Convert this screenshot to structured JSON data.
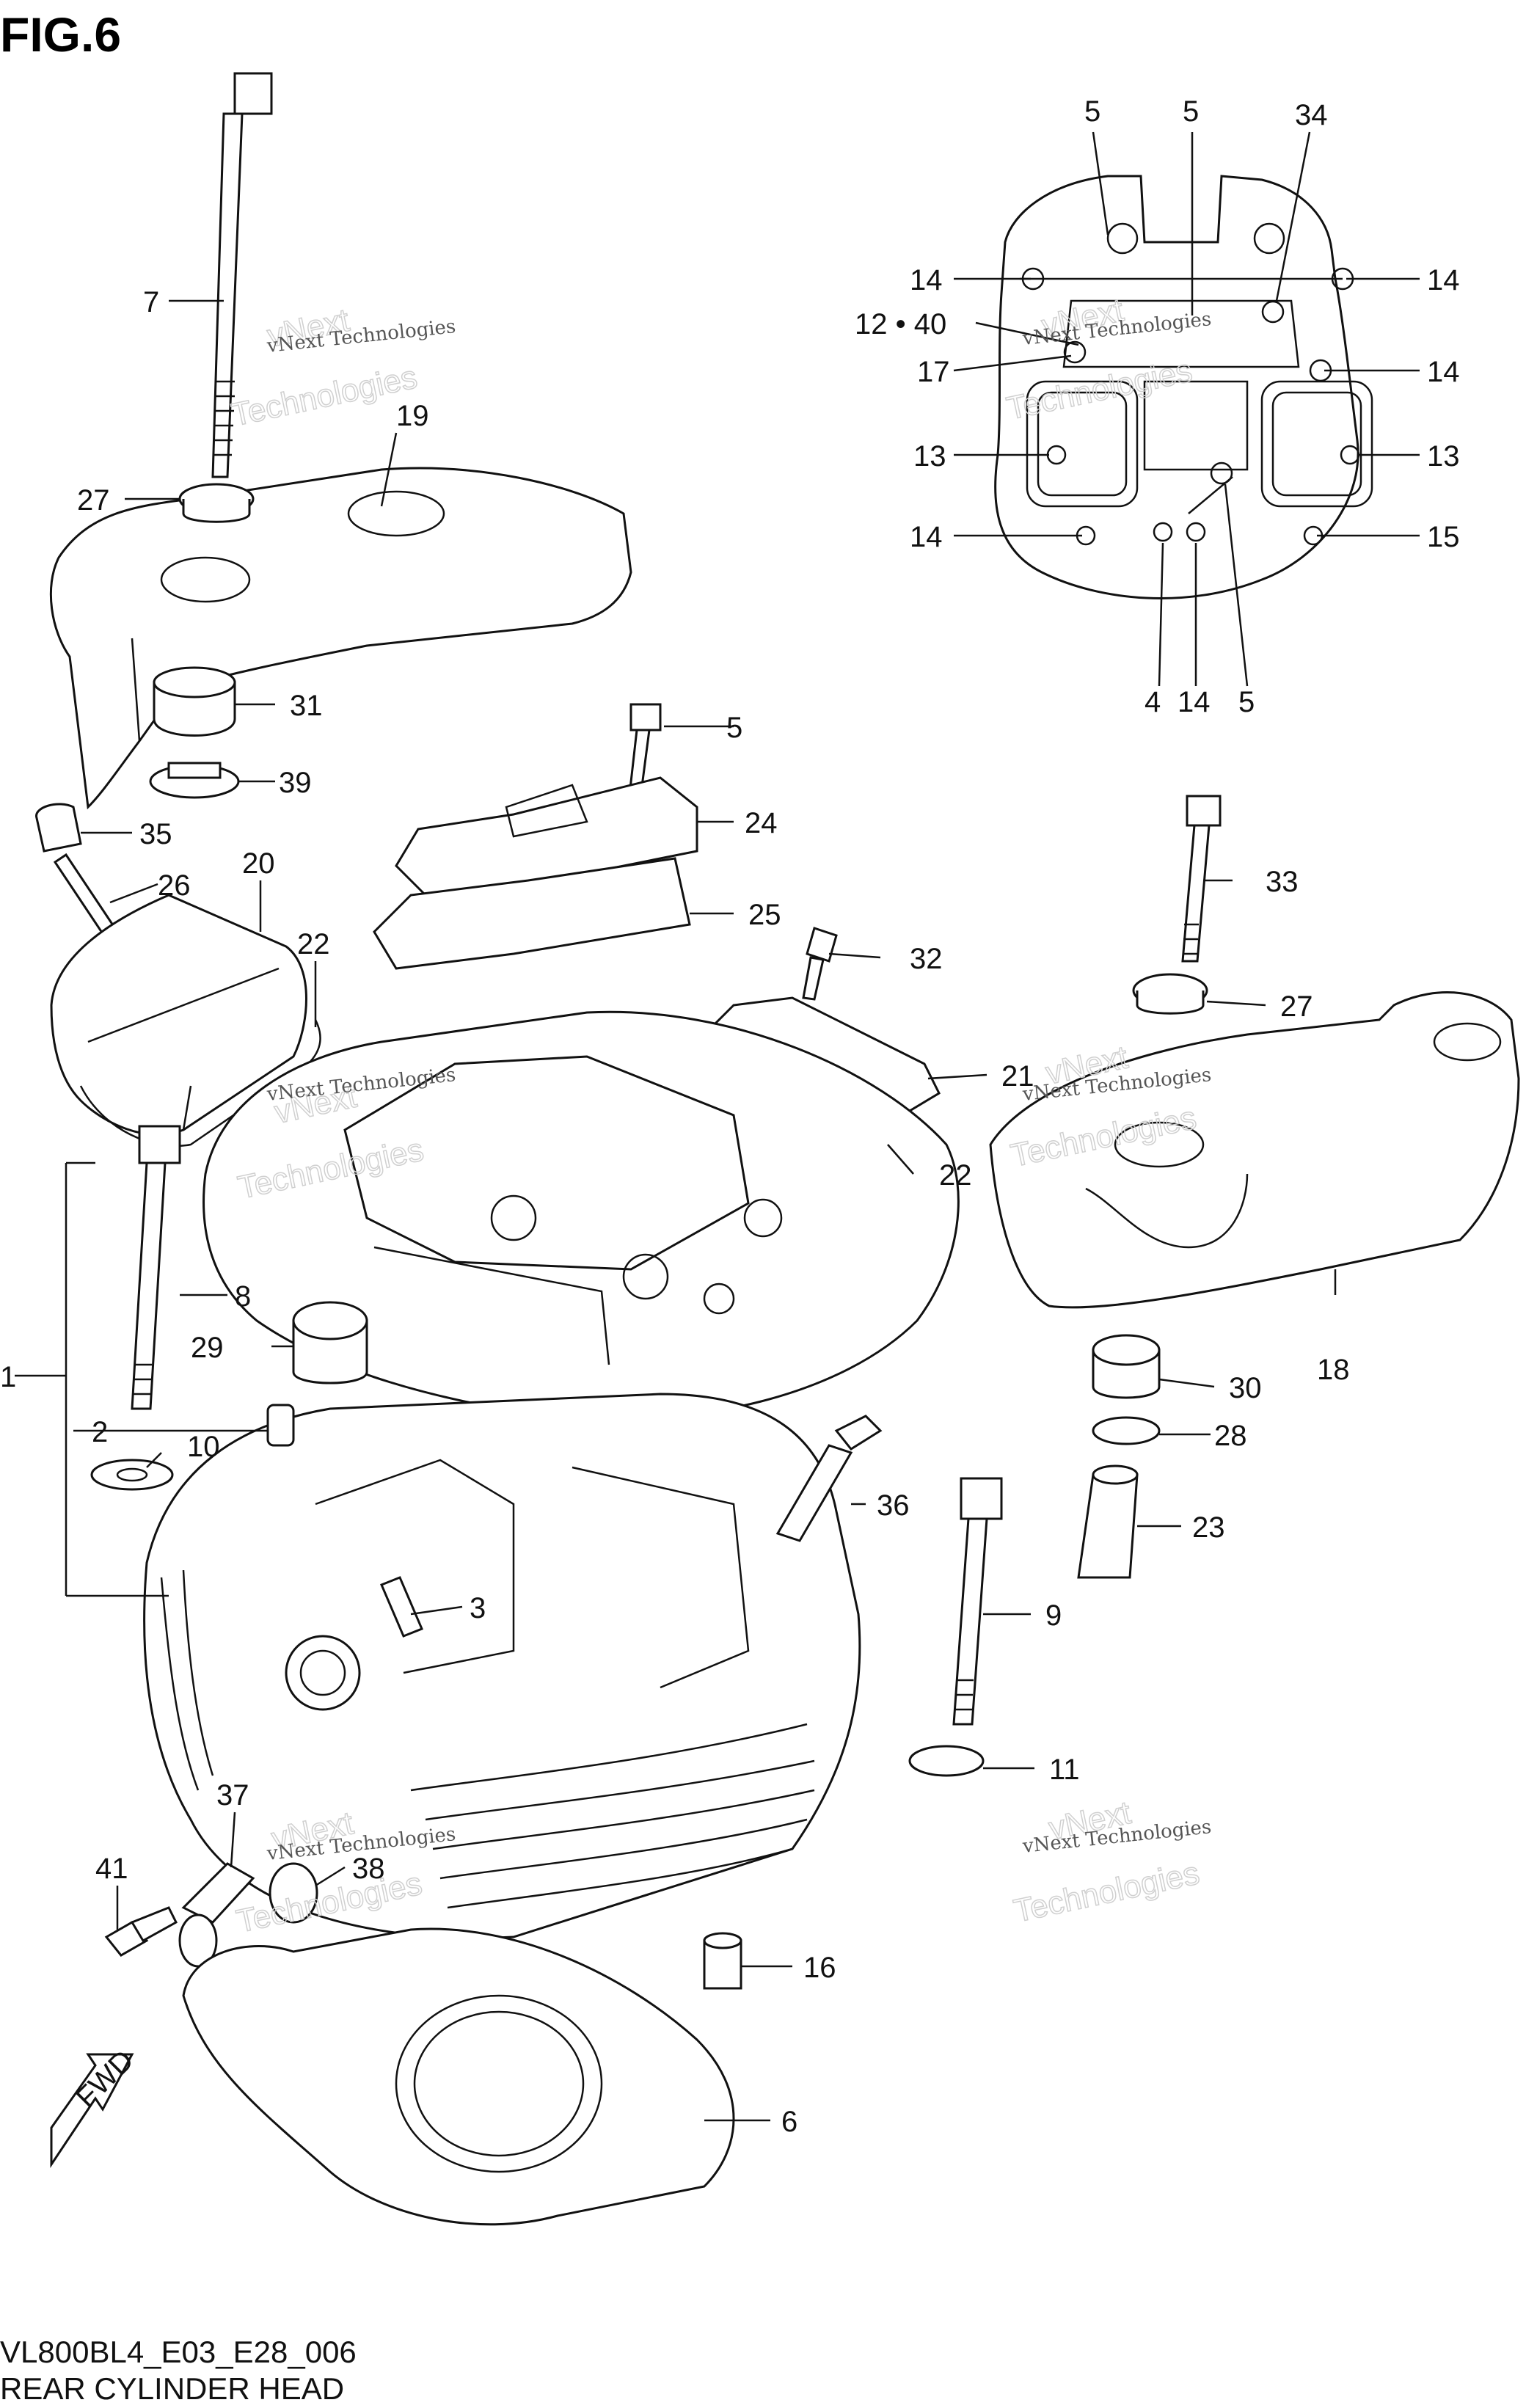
{
  "figure": {
    "title": "FIG.6",
    "footer_code": "VL800BL4_E03_E28_006",
    "footer_name": "REAR CYLINDER HEAD",
    "fwd_label": "FWD"
  },
  "watermark": {
    "line1": "vNext Technologies",
    "line2": "vNext",
    "line3": "Technologies"
  },
  "callouts": [
    {
      "id": "c1",
      "text": "1"
    },
    {
      "id": "c2",
      "text": "2"
    },
    {
      "id": "c3",
      "text": "3"
    },
    {
      "id": "c4",
      "text": "4"
    },
    {
      "id": "c5a",
      "text": "5"
    },
    {
      "id": "c5b",
      "text": "5"
    },
    {
      "id": "c5c",
      "text": "5"
    },
    {
      "id": "c5d",
      "text": "5"
    },
    {
      "id": "c6",
      "text": "6"
    },
    {
      "id": "c7",
      "text": "7"
    },
    {
      "id": "c8",
      "text": "8"
    },
    {
      "id": "c9",
      "text": "9"
    },
    {
      "id": "c10",
      "text": "10"
    },
    {
      "id": "c11",
      "text": "11"
    },
    {
      "id": "c12",
      "text": "12 • 40"
    },
    {
      "id": "c13a",
      "text": "13"
    },
    {
      "id": "c13b",
      "text": "13"
    },
    {
      "id": "c14a",
      "text": "14"
    },
    {
      "id": "c14b",
      "text": "14"
    },
    {
      "id": "c14c",
      "text": "14"
    },
    {
      "id": "c14d",
      "text": "14"
    },
    {
      "id": "c14e",
      "text": "14"
    },
    {
      "id": "c15",
      "text": "15"
    },
    {
      "id": "c16",
      "text": "16"
    },
    {
      "id": "c17",
      "text": "17"
    },
    {
      "id": "c18",
      "text": "18"
    },
    {
      "id": "c19",
      "text": "19"
    },
    {
      "id": "c20",
      "text": "20"
    },
    {
      "id": "c21",
      "text": "21"
    },
    {
      "id": "c22a",
      "text": "22"
    },
    {
      "id": "c22b",
      "text": "22"
    },
    {
      "id": "c23",
      "text": "23"
    },
    {
      "id": "c24",
      "text": "24"
    },
    {
      "id": "c25",
      "text": "25"
    },
    {
      "id": "c26",
      "text": "26"
    },
    {
      "id": "c27a",
      "text": "27"
    },
    {
      "id": "c27b",
      "text": "27"
    },
    {
      "id": "c28",
      "text": "28"
    },
    {
      "id": "c29",
      "text": "29"
    },
    {
      "id": "c30",
      "text": "30"
    },
    {
      "id": "c31",
      "text": "31"
    },
    {
      "id": "c32",
      "text": "32"
    },
    {
      "id": "c33",
      "text": "33"
    },
    {
      "id": "c34",
      "text": "34"
    },
    {
      "id": "c35",
      "text": "35"
    },
    {
      "id": "c36",
      "text": "36"
    },
    {
      "id": "c37",
      "text": "37"
    },
    {
      "id": "c38",
      "text": "38"
    },
    {
      "id": "c39",
      "text": "39"
    },
    {
      "id": "c41",
      "text": "41"
    }
  ]
}
